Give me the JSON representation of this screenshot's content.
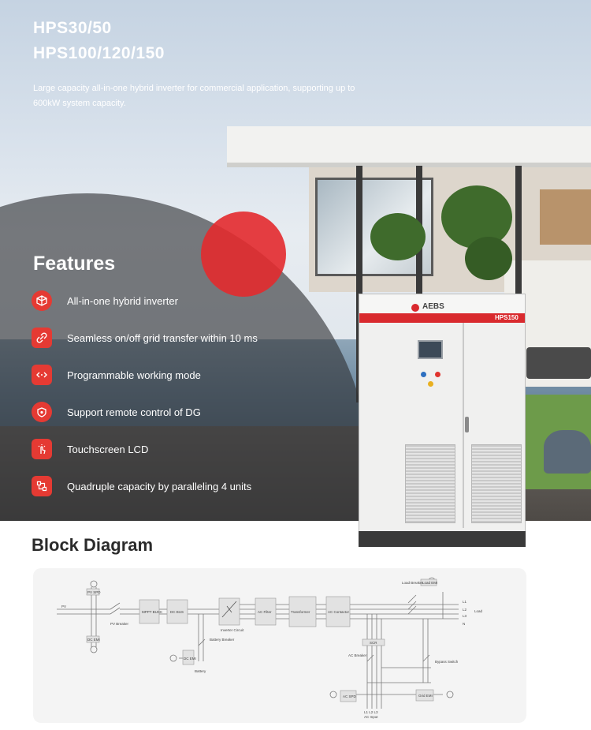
{
  "hero": {
    "title_line1": "HPS30/50",
    "title_line2": "HPS100/120/150",
    "subtitle": "Large capacity all-in-one hybrid inverter for commercial application, supporting up to 600kW system capacity."
  },
  "features": {
    "heading": "Features",
    "items": [
      {
        "label": "All-in-one hybrid inverter",
        "icon": "cube-icon"
      },
      {
        "label": "Seamless on/off grid transfer within 10 ms",
        "icon": "link-icon"
      },
      {
        "label": "Programmable working mode",
        "icon": "code-icon"
      },
      {
        "label": "Support remote control of DG",
        "icon": "remote-icon"
      },
      {
        "label": "Touchscreen LCD",
        "icon": "touch-icon"
      },
      {
        "label": "Quadruple capacity by paralleling 4 units",
        "icon": "parallel-icon"
      }
    ]
  },
  "cabinet": {
    "brand": "AEBS",
    "model": "HPS150"
  },
  "block_diagram": {
    "heading": "Block Diagram",
    "labels": {
      "pv_spd": "PV SPD",
      "pv": "PV",
      "dc_emi": "DC EMI",
      "pv_breaker": "PV Breaker",
      "mppt_buck": "MPPT BUCK",
      "dc_bus": "DC BUS",
      "inverter_circuit": "Inverter Circuit",
      "ac_filter": "AC Filter",
      "transformer": "Transformer",
      "ac_contactor": "AC Contactor",
      "load_breaker": "Load Breaker",
      "load_emi": "Load EMI",
      "l1": "L1",
      "l2": "L2",
      "l3": "L3",
      "n": "N",
      "load": "Load",
      "battery_breaker": "Battery Breaker",
      "dc_emi_battery": "DC EMI",
      "battery": "Battery",
      "scr": "SCR",
      "ac_breaker": "AC Breaker",
      "bypass_switch": "Bypass Switch",
      "ac_spd": "AC SPD",
      "grid_emi": "Grid EMI",
      "ac_input_phases": "L1 L2 L3",
      "ac_input": "AC Input"
    }
  },
  "colors": {
    "accent_red": "#e32a2e",
    "dark_overlay": "#2e3034",
    "panel_bg": "#f4f4f4"
  }
}
